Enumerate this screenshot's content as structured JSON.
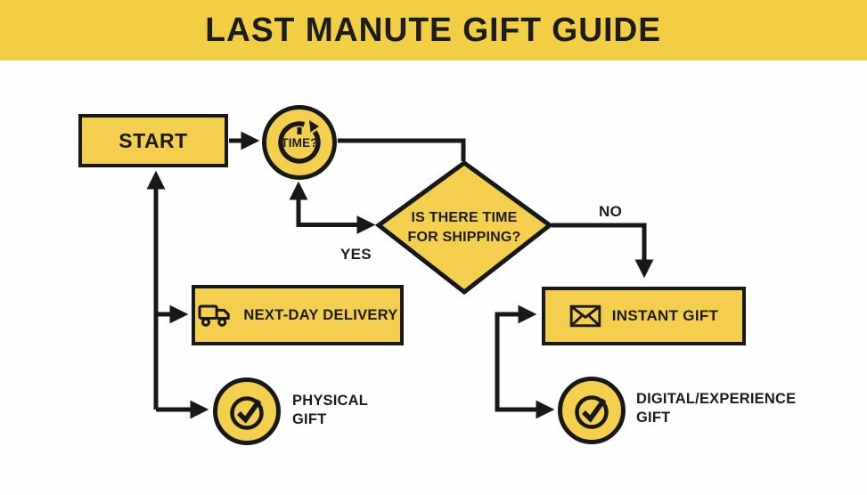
{
  "colors": {
    "header_bg": "#F2CE45",
    "node_fill": "#F4CF4D",
    "line": "#181818",
    "ink": "#1C1C1C",
    "canvas_bg": "#FEFEFE"
  },
  "header": {
    "title": "LAST MANUTE GIFT GUIDE"
  },
  "flowchart": {
    "start": {
      "label": "START"
    },
    "time": {
      "label": "TIME?",
      "icon": "clock-cycle-icon"
    },
    "decision": {
      "line1": "IS THERE TIME",
      "line2": "FOR SHIPPING?"
    },
    "branch_yes": {
      "label": "YES"
    },
    "branch_no": {
      "label": "NO"
    },
    "next_day": {
      "label": "NEXT-DAY DELIVERY",
      "icon": "delivery-truck-icon"
    },
    "instant": {
      "label": "INSTANT GIFT",
      "icon": "envelope-icon"
    },
    "physical": {
      "line1": "PHYSICAL",
      "line2": "GIFT",
      "icon": "check-circle-icon"
    },
    "digital": {
      "line1": "DIGITAL/EXPERIENCE",
      "line2": "GIFT",
      "icon": "check-circle-icon"
    }
  }
}
